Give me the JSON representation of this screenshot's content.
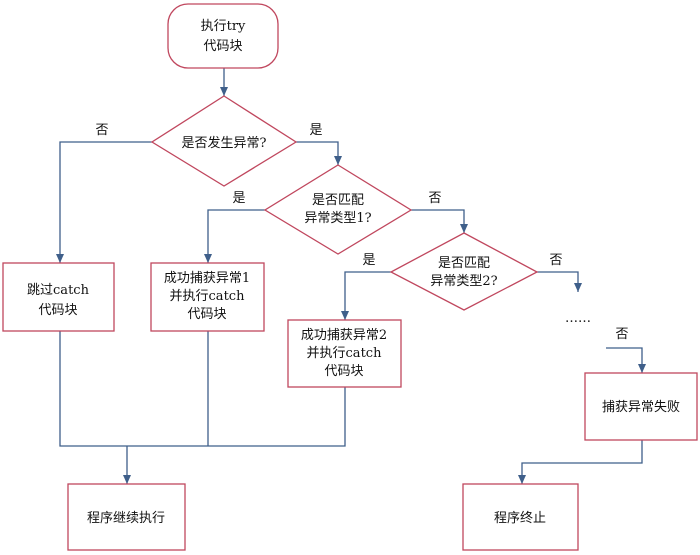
{
  "nodes": {
    "start": [
      "执行try",
      "代码块"
    ],
    "decision_exception": [
      "是否发生异常?"
    ],
    "decision_match1": [
      "是否匹配",
      "异常类型1?"
    ],
    "decision_match2": [
      "是否匹配",
      "异常类型2?"
    ],
    "skip_catch": [
      "跳过catch",
      "代码块"
    ],
    "catch1": [
      "成功捕获异常1",
      "并执行catch",
      "代码块"
    ],
    "catch2": [
      "成功捕获异常2",
      "并执行catch",
      "代码块"
    ],
    "continue": [
      "程序继续执行"
    ],
    "capture_fail": [
      "捕获异常失败"
    ],
    "terminate": [
      "程序终止"
    ]
  },
  "labels": {
    "exception_no": "否",
    "exception_yes": "是",
    "match1_yes": "是",
    "match1_no": "否",
    "match2_yes": "是",
    "match2_no": "否",
    "more_no": "否",
    "ellipsis": "……"
  },
  "colors": {
    "node_border": "#c0475e",
    "edge": "#3f5f8a",
    "text": "#111111"
  }
}
